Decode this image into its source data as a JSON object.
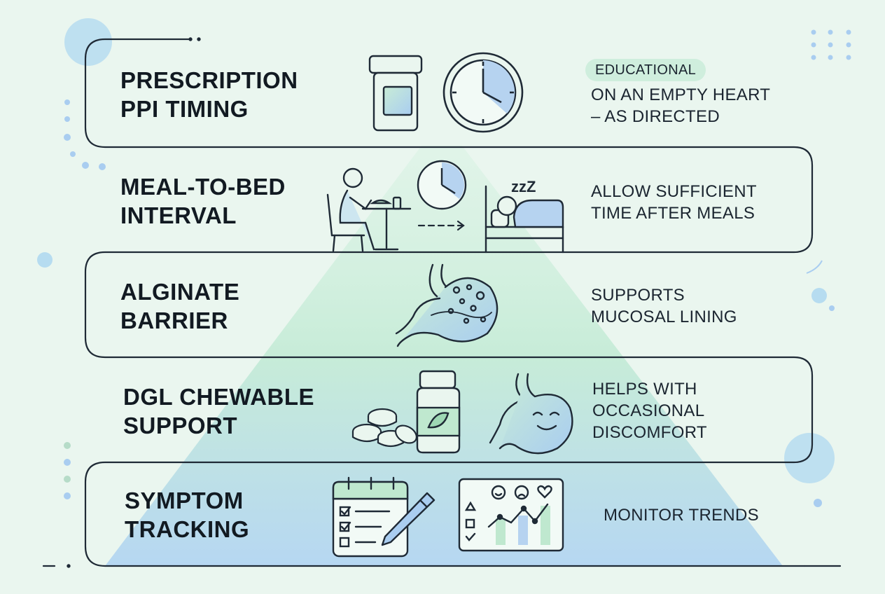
{
  "rows": [
    {
      "title_lines": [
        "PRESCRIPTION",
        "PPI TIMING"
      ],
      "badge": "EDUCATIONAL",
      "note_lines": [
        "ON AN EMPTY HEART",
        "– AS DIRECTED"
      ]
    },
    {
      "title_lines": [
        "MEAL-TO-BED",
        "INTERVAL"
      ],
      "note_lines": [
        "ALLOW SUFFICIENT",
        "TIME AFTER MEALS"
      ]
    },
    {
      "title_lines": [
        "ALGINATE",
        "BARRIER"
      ],
      "note_lines": [
        "SUPPORTS",
        "MUCOSAL LINING"
      ]
    },
    {
      "title_lines": [
        "DGL CHEWABLE",
        "SUPPORT"
      ],
      "note_lines": [
        "HELPS WITH",
        "OCCASIONAL",
        "DISCOMFORT"
      ]
    },
    {
      "title_lines": [
        "SYMPTOM",
        "TRACKING"
      ],
      "note_lines": [
        "MONITOR TRENDS"
      ]
    }
  ],
  "sleep_text": "zzZ",
  "colors": {
    "line": "#1f2a36",
    "accent_green": "#bfe8cf",
    "accent_blue": "#a9cdf0",
    "background": "#eaf6ef"
  },
  "icons": [
    "pill-bottle-icon",
    "clock-icon",
    "person-eating-icon",
    "small-clock-icon",
    "arrow-right-icon",
    "person-sleeping-icon",
    "stomach-bubbles-icon",
    "chewable-tablets-icon",
    "supplement-bottle-icon",
    "happy-stomach-icon",
    "calendar-checklist-icon",
    "pen-icon",
    "trend-monitor-icon"
  ]
}
